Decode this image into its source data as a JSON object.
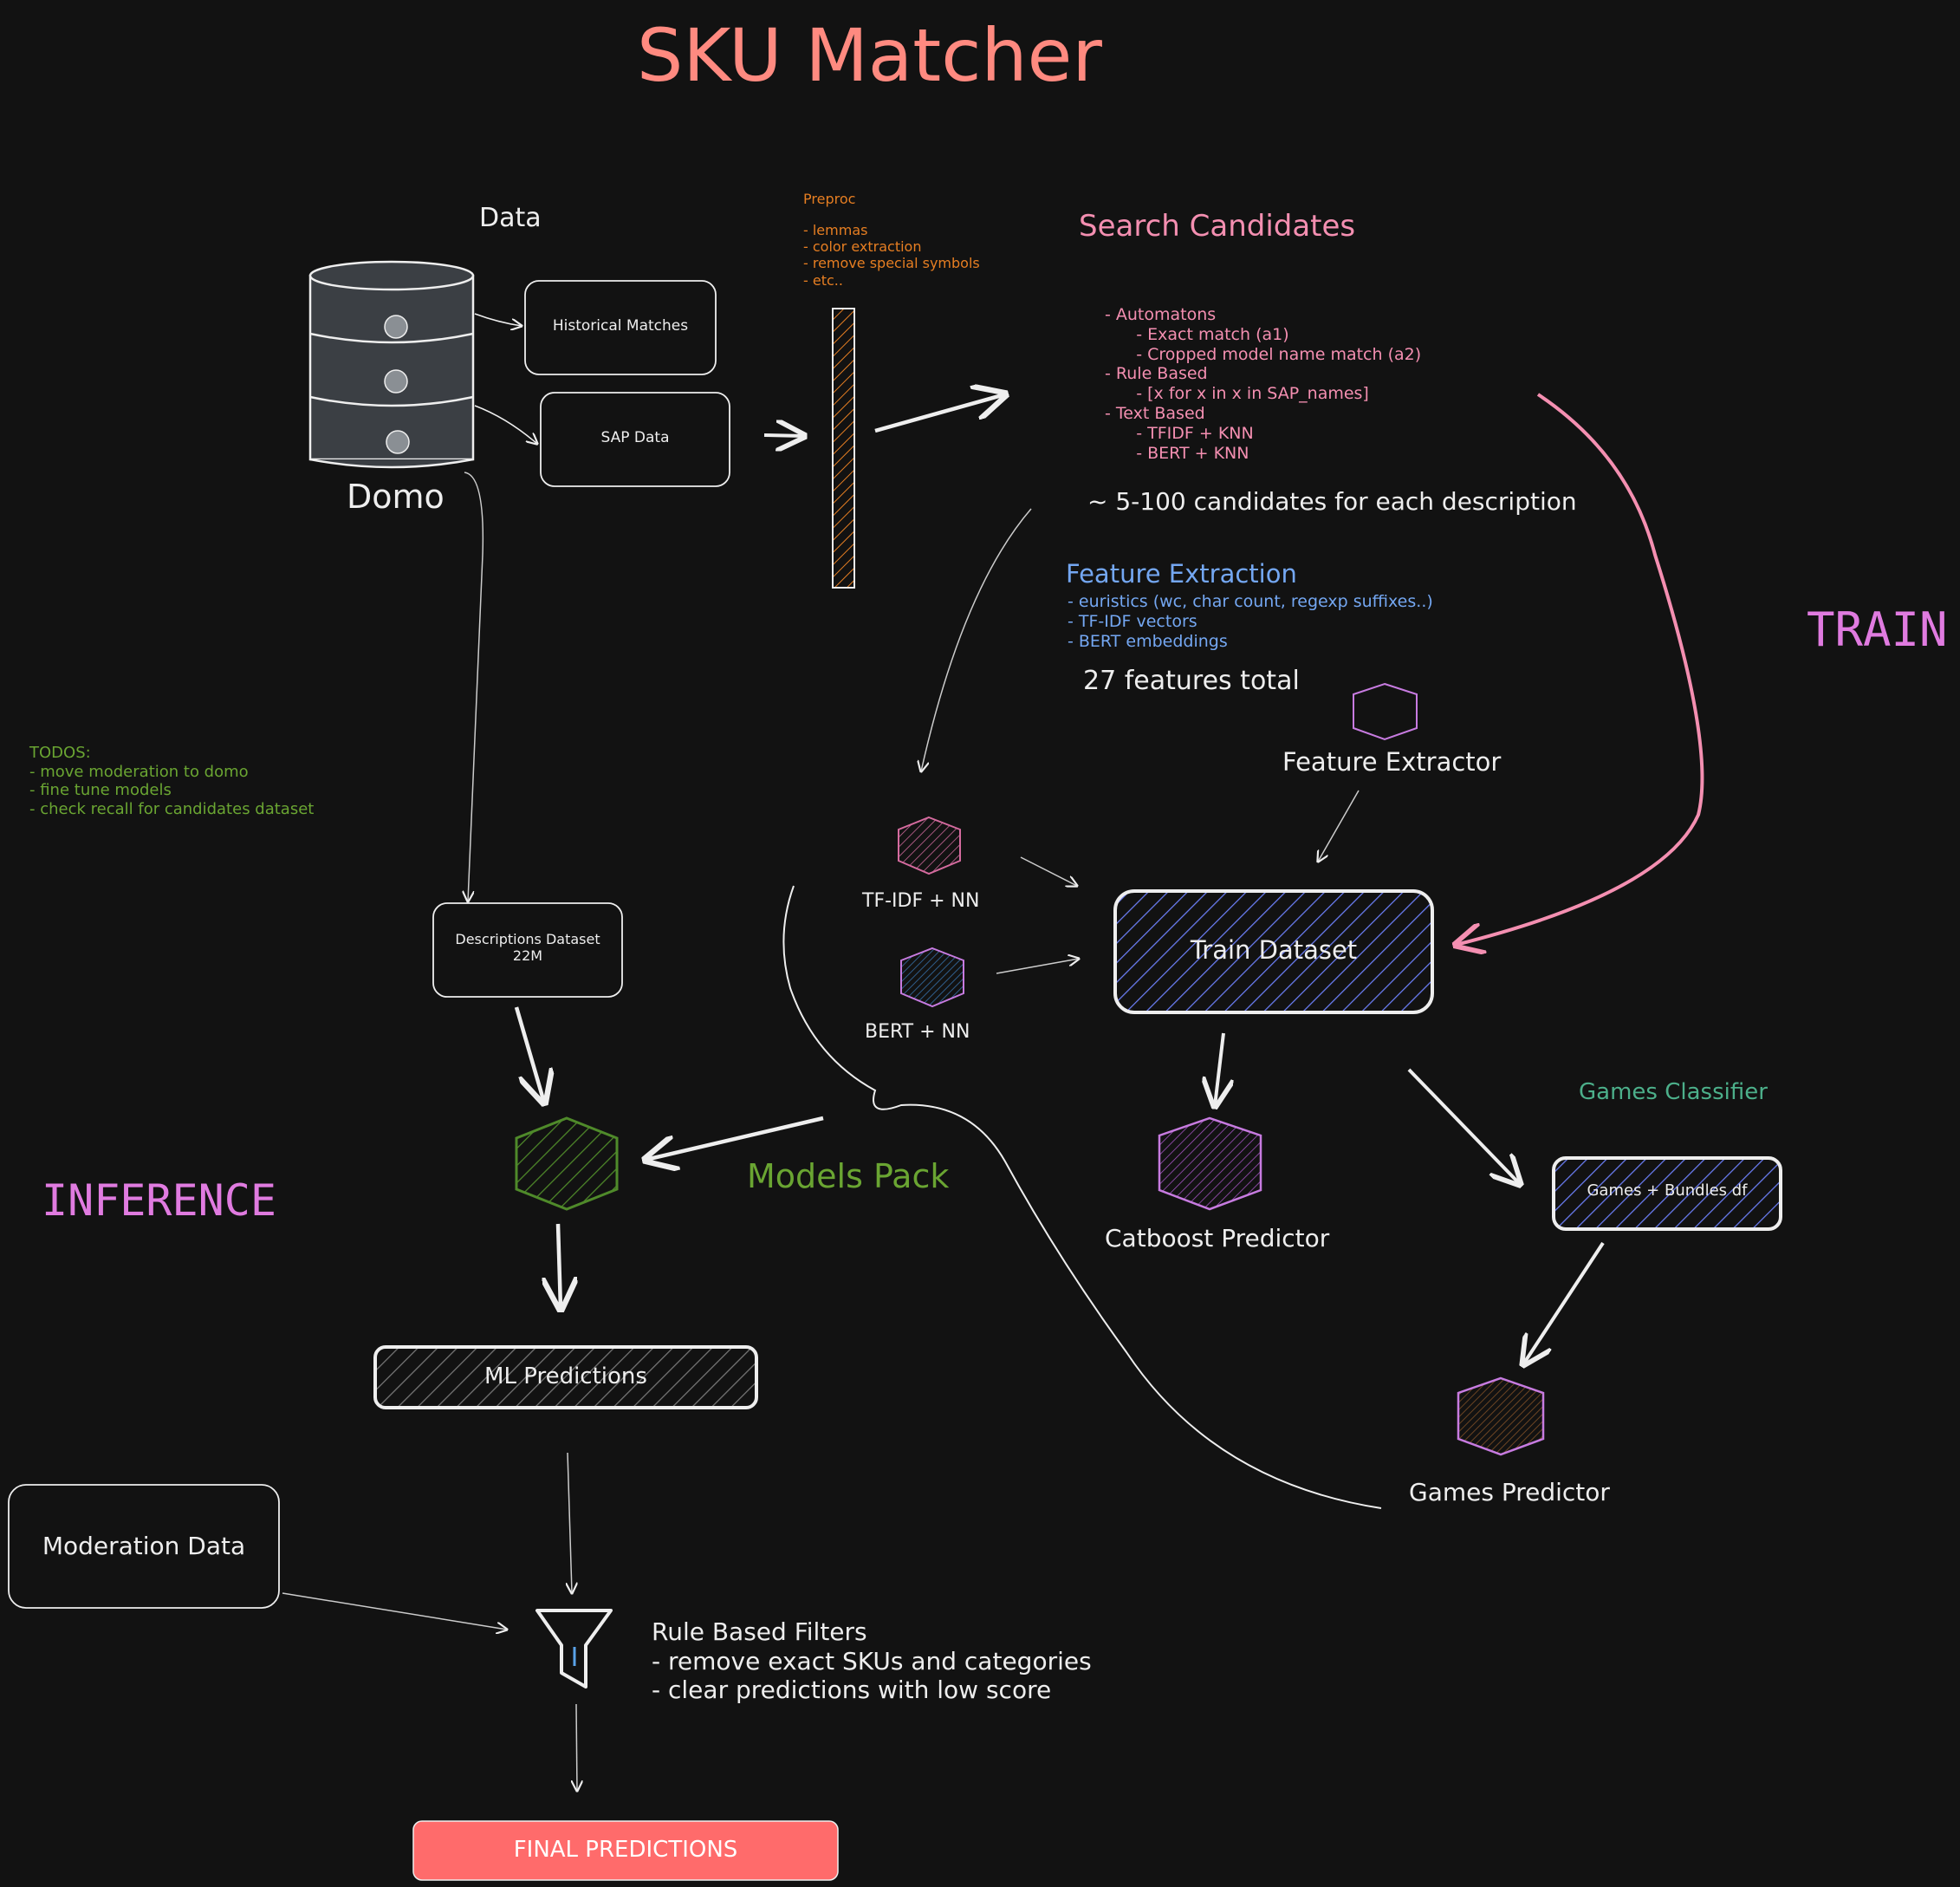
{
  "title": "SKU Matcher",
  "data_section": {
    "label": "Data",
    "db_label": "Domo",
    "historical": "Historical Matches",
    "sap": "SAP Data"
  },
  "preproc": {
    "title": "Preproc",
    "items": "- lemmas\n- color extraction\n- remove special symbols\n- etc.."
  },
  "search": {
    "title": "Search Candidates",
    "list": "- Automatons\n      - Exact match (a1)\n      - Cropped model name match (a2)\n- Rule Based\n      - [x for x in x in SAP_names]\n- Text Based\n      - TFIDF + KNN\n      - BERT + KNN",
    "summary": "~ 5-100 candidates for each description"
  },
  "features": {
    "title": "Feature Extraction",
    "list": "- euristics (wc, char count, regexp suffixes..)\n- TF-IDF vectors\n- BERT embeddings",
    "total": "27 features total",
    "extractor": "Feature Extractor"
  },
  "train_label": "TRAIN",
  "inference_label": "INFERENCE",
  "todos": {
    "text": "TODOS:\n- move moderation to domo\n- fine tune models\n- check recall for candidates dataset"
  },
  "nodes": {
    "tfidf": "TF-IDF + NN",
    "bert": "BERT + NN",
    "train_dataset": "Train Dataset",
    "descriptions": "Descriptions Dataset\n22M",
    "models_pack": "Models Pack",
    "catboost": "Catboost Predictor",
    "games_classifier": "Games Classifier",
    "games_df": "Games + Bundles df",
    "games_predictor": "Games Predictor",
    "ml_predictions": "ML Predictions",
    "moderation": "Moderation Data",
    "filters": "Rule Based Filters\n- remove exact SKUs and categories\n- clear predictions with low score",
    "final": "FINAL PREDICTIONS"
  },
  "colors": {
    "background": "#121212",
    "title": "#ff8a80",
    "pink": "#f48fb1",
    "orange": "#e67e22",
    "blue": "#74a7f2",
    "green": "#6aa532",
    "teal": "#4caf8a",
    "violet": "#e07be0",
    "white": "#eeeeee",
    "final_fill": "#ff6b6b"
  }
}
